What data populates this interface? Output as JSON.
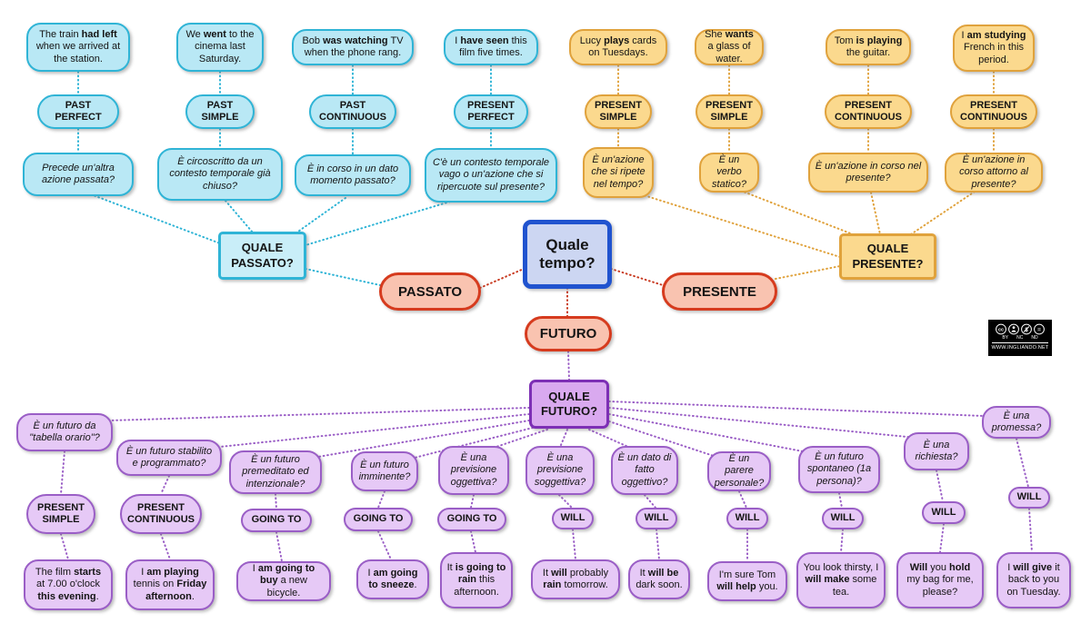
{
  "center": {
    "label": "Quale tempo?"
  },
  "time_nodes": {
    "passato": "PASSATO",
    "presente": "PRESENTE",
    "futuro": "FUTURO"
  },
  "hub_nodes": {
    "passato": "QUALE PASSATO?",
    "presente": "QUALE PRESENTE?",
    "futuro": "QUALE FUTURO?"
  },
  "past_branches": [
    {
      "example": [
        {
          "t": "The train "
        },
        {
          "t": "had left",
          "b": true
        },
        {
          "t": " when we arrived at the station."
        }
      ],
      "tense": "PAST PERFECT",
      "question": "Precede un'altra azione passata?"
    },
    {
      "example": [
        {
          "t": "We "
        },
        {
          "t": "went",
          "b": true
        },
        {
          "t": " to the cinema last Saturday."
        }
      ],
      "tense": "PAST SIMPLE",
      "question": "È circoscritto da un contesto temporale già chiuso?"
    },
    {
      "example": [
        {
          "t": "Bob "
        },
        {
          "t": "was watching",
          "b": true
        },
        {
          "t": " TV when the phone rang."
        }
      ],
      "tense": "PAST CONTINUOUS",
      "question": "È in corso in un dato momento passato?"
    },
    {
      "example": [
        {
          "t": "I "
        },
        {
          "t": "have seen",
          "b": true
        },
        {
          "t": " this film five times."
        }
      ],
      "tense": "PRESENT PERFECT",
      "question": "C'è un contesto temporale vago o un'azione che si ripercuote sul presente?"
    }
  ],
  "present_branches": [
    {
      "example": [
        {
          "t": "Lucy "
        },
        {
          "t": "plays",
          "b": true
        },
        {
          "t": " cards on Tuesdays."
        }
      ],
      "tense": "PRESENT SIMPLE",
      "question": "È un'azione che si ripete nel tempo?"
    },
    {
      "example": [
        {
          "t": "She "
        },
        {
          "t": "wants",
          "b": true
        },
        {
          "t": " a glass of water."
        }
      ],
      "tense": "PRESENT SIMPLE",
      "question": "È un verbo statico?"
    },
    {
      "example": [
        {
          "t": "Tom "
        },
        {
          "t": "is playing",
          "b": true
        },
        {
          "t": " the guitar."
        }
      ],
      "tense": "PRESENT CONTINUOUS",
      "question": "È un'azione in corso nel presente?"
    },
    {
      "example": [
        {
          "t": "I "
        },
        {
          "t": "am studying",
          "b": true
        },
        {
          "t": " French in this period."
        }
      ],
      "tense": "PRESENT CONTINUOUS",
      "question": "È un'azione in corso attorno al presente?"
    }
  ],
  "future_branches": [
    {
      "question": "È un futuro da \"tabella orario\"?",
      "tense": "PRESENT SIMPLE",
      "example": [
        {
          "t": "The film "
        },
        {
          "t": "starts",
          "b": true
        },
        {
          "t": " at 7.00 o'clock "
        },
        {
          "t": "this evening",
          "b": true
        },
        {
          "t": "."
        }
      ]
    },
    {
      "question": "È un futuro stabilito e programmato?",
      "tense": "PRESENT CONTINUOUS",
      "example": [
        {
          "t": "I "
        },
        {
          "t": "am playing",
          "b": true
        },
        {
          "t": " tennis on "
        },
        {
          "t": "Friday afternoon",
          "b": true
        },
        {
          "t": "."
        }
      ]
    },
    {
      "question": "È un futuro premeditato ed intenzionale?",
      "tense": "GOING TO",
      "example": [
        {
          "t": "I "
        },
        {
          "t": "am going to buy",
          "b": true
        },
        {
          "t": " a new bicycle."
        }
      ]
    },
    {
      "question": "È un futuro imminente?",
      "tense": "GOING TO",
      "example": [
        {
          "t": "I "
        },
        {
          "t": "am going to sneeze",
          "b": true
        },
        {
          "t": "."
        }
      ]
    },
    {
      "question": "È una previsione oggettiva?",
      "tense": "GOING TO",
      "example": [
        {
          "t": "It "
        },
        {
          "t": "is going to rain",
          "b": true
        },
        {
          "t": " this afternoon."
        }
      ]
    },
    {
      "question": "È una previsione soggettiva?",
      "tense": "WILL",
      "example": [
        {
          "t": "It "
        },
        {
          "t": "will",
          "b": true
        },
        {
          "t": " probably "
        },
        {
          "t": "rain",
          "b": true
        },
        {
          "t": " tomorrow."
        }
      ]
    },
    {
      "question": "È un dato di fatto oggettivo?",
      "tense": "WILL",
      "example": [
        {
          "t": "It "
        },
        {
          "t": "will be",
          "b": true
        },
        {
          "t": " dark soon."
        }
      ]
    },
    {
      "question": "È un parere personale?",
      "tense": "WILL",
      "example": [
        {
          "t": "I'm sure Tom "
        },
        {
          "t": "will help",
          "b": true
        },
        {
          "t": " you."
        }
      ]
    },
    {
      "question": "È un futuro spontaneo (1a persona)?",
      "tense": "WILL",
      "example": [
        {
          "t": "You look thirsty, I "
        },
        {
          "t": "will make",
          "b": true
        },
        {
          "t": " some tea."
        }
      ]
    },
    {
      "question": "È una richiesta?",
      "tense": "WILL",
      "example": [
        {
          "t": "Will",
          "b": true
        },
        {
          "t": " you "
        },
        {
          "t": "hold",
          "b": true
        },
        {
          "t": " my bag for me, please?"
        }
      ]
    },
    {
      "question": "È una promessa?",
      "tense": "WILL",
      "example": [
        {
          "t": "I "
        },
        {
          "t": "will give",
          "b": true
        },
        {
          "t": " it back to you on Tuesday."
        }
      ]
    }
  ],
  "license": {
    "labels": [
      "BY",
      "NC",
      "ND"
    ],
    "site": "WWW.INGLIANDO.NET"
  },
  "colors": {
    "past_border": "#2fb4d6",
    "past_fill": "#b9e8f5",
    "present_border": "#e0a23c",
    "present_fill": "#fbd98e",
    "future_border": "#9a5ec6",
    "future_fill": "#e6c9f6",
    "future_hub_fill": "#d9a9ef",
    "future_hub_border": "#7d2fb5",
    "time_border": "#d63b1e",
    "time_fill": "#f9c3b0",
    "center_border": "#2053cf",
    "center_fill": "#ccd6f2"
  }
}
